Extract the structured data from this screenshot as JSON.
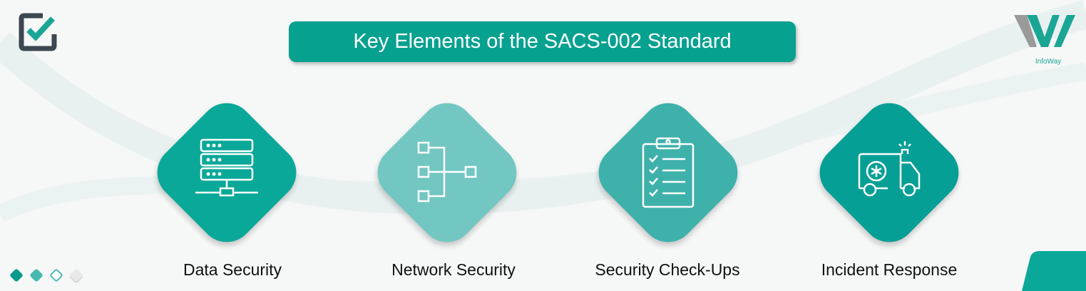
{
  "title": "Key Elements of the SACS-002 Standard",
  "logo": {
    "text": "InfoWay",
    "colors": {
      "grey": "#9a9a9a",
      "teal": "#1aa595"
    }
  },
  "elements": [
    {
      "label": "Data Security",
      "icon": "server-network-icon",
      "color": "#0aa898"
    },
    {
      "label": "Network Security",
      "icon": "network-hierarchy-icon",
      "color": "#72c7c2"
    },
    {
      "label": "Security Check-Ups",
      "icon": "clipboard-checklist-icon",
      "color": "#3eb1ab"
    },
    {
      "label": "Incident Response",
      "icon": "ambulance-icon",
      "color": "#069f96"
    }
  ]
}
